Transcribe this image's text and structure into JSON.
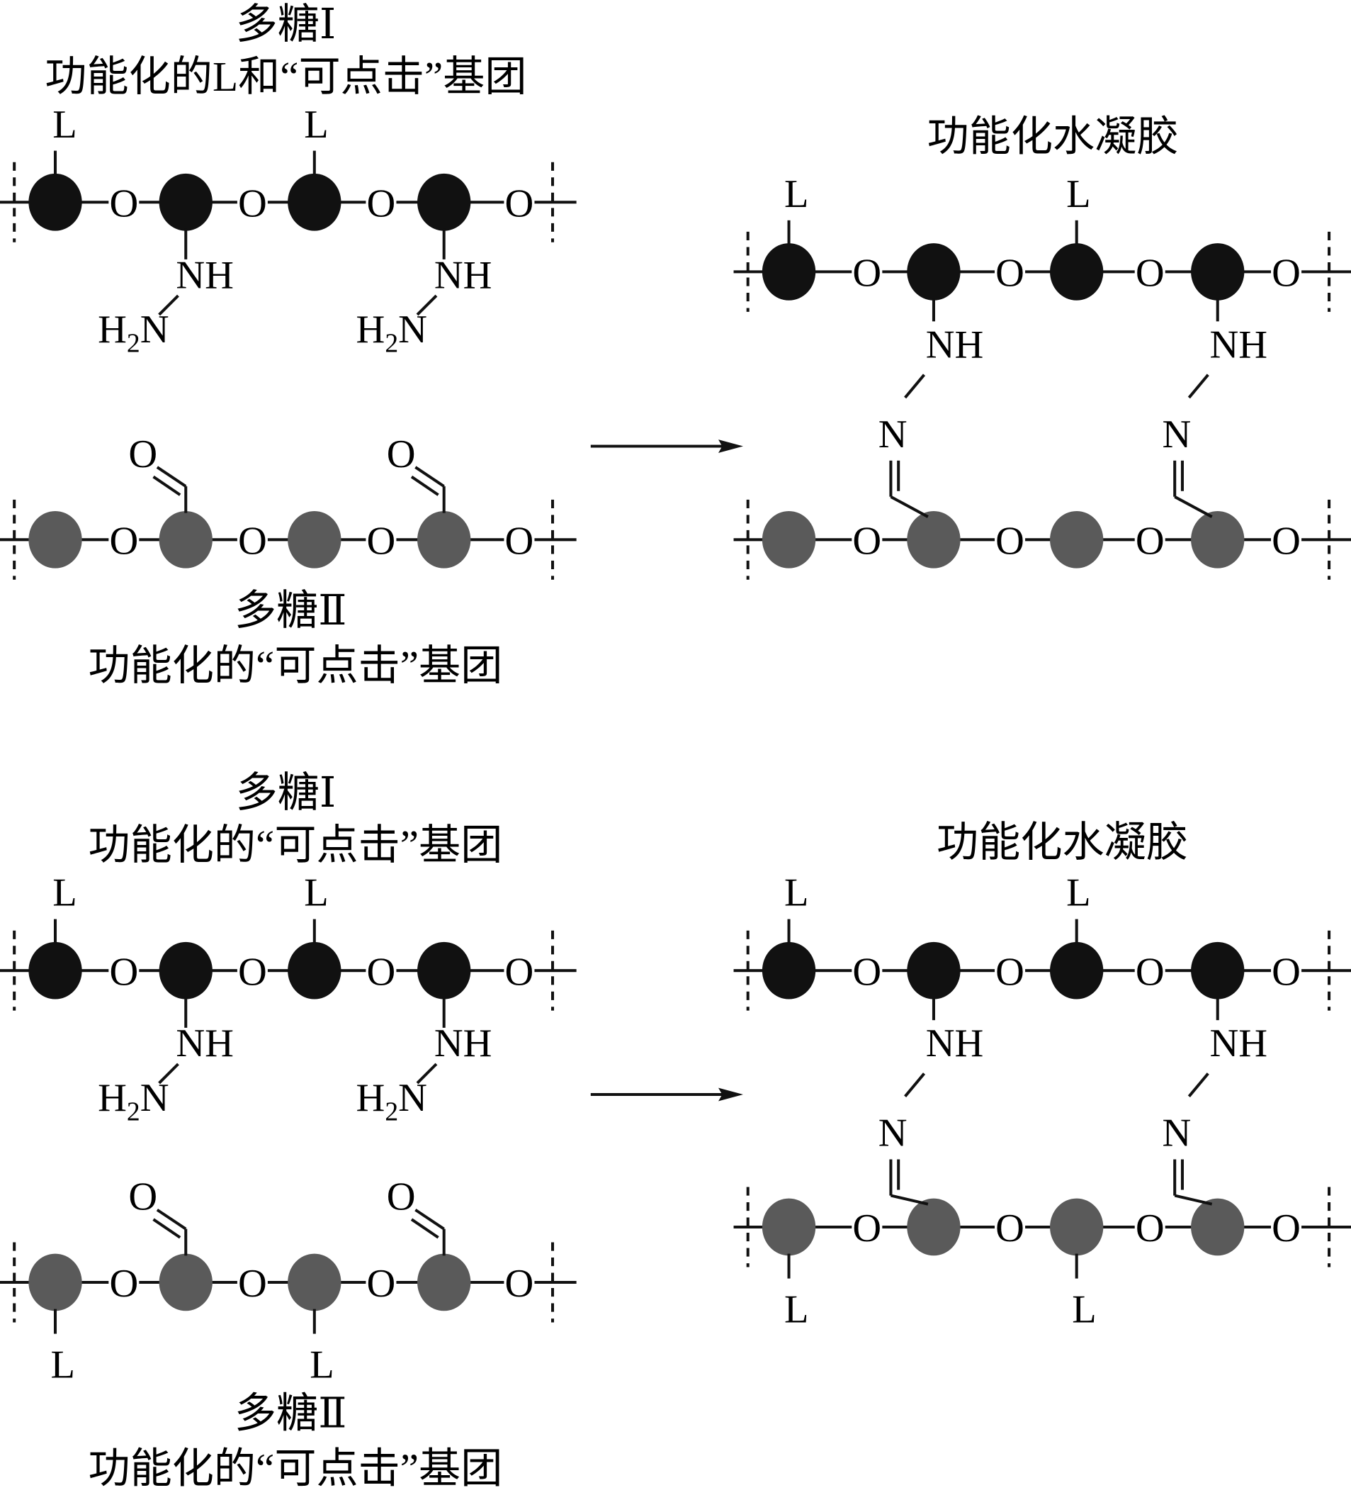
{
  "panels": [
    {
      "left_top_title": "多糖Ⅰ",
      "left_top_subtitle": "功能化的L和“可点击”基团",
      "left_bottom_title": "多糖Ⅱ",
      "left_bottom_subtitle": "功能化的“可点击”基团",
      "right_title": "功能化水凝胶",
      "bottom_chain_has_L": false
    },
    {
      "left_top_title": "多糖Ⅰ",
      "left_top_subtitle": "功能化的“可点击”基团",
      "left_bottom_title": "多糖Ⅱ",
      "left_bottom_subtitle": "功能化的“可点击”基团",
      "right_title": "功能化水凝胶",
      "bottom_chain_has_L": true
    }
  ],
  "atoms": {
    "L": "L",
    "O": "O",
    "NH": "NH",
    "N": "N",
    "H": "H",
    "sub2": "2"
  },
  "colors": {
    "polysaccharide_1": "#111111",
    "polysaccharide_2": "#5a5a5a",
    "line": "#111111"
  }
}
